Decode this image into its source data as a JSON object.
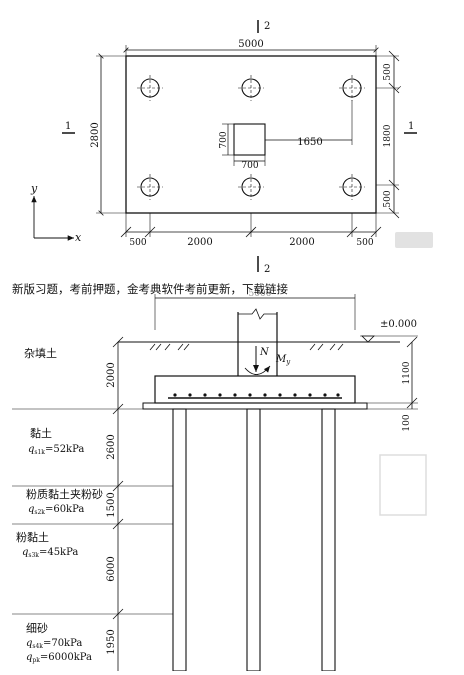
{
  "plan": {
    "section_marks": {
      "top": "2",
      "bottom": "2",
      "left": "1",
      "right": "1"
    },
    "dim_total_width": "5000",
    "dim_total_height": "2800",
    "dim_right_top": "500",
    "dim_right_mid": "1800",
    "dim_right_bottom": "500",
    "column_size_v": "700",
    "column_size_h": "700",
    "dim_offset": "1650",
    "dim_bottom": [
      "500",
      "2000",
      "2000",
      "500"
    ],
    "axis_x": "x",
    "axis_y": "y"
  },
  "caption": "新版习题，考前押题，金考典软件考前更新，下载链接",
  "section": {
    "top_dim": "5000",
    "elevation": "±0.000",
    "load_n": "N",
    "moment": "M",
    "moment_sub": "y",
    "dim_1100": "1100",
    "dim_100": "100",
    "layers": [
      {
        "name": "杂填土",
        "thickness": "2000",
        "q_sym": "",
        "q_sub": "",
        "q_val": "",
        "p_sym": "",
        "p_sub": "",
        "p_val": ""
      },
      {
        "name": "黏土",
        "thickness": "2600",
        "q_sym": "q",
        "q_sub": "s1k",
        "q_val": "=52kPa",
        "p_sym": "",
        "p_sub": "",
        "p_val": ""
      },
      {
        "name": "粉质黏土夹粉砂",
        "thickness": "1500",
        "q_sym": "q",
        "q_sub": "s2k",
        "q_val": "=60kPa",
        "p_sym": "",
        "p_sub": "",
        "p_val": ""
      },
      {
        "name": "粉黏土",
        "thickness": "6000",
        "q_sym": "q",
        "q_sub": "s3k",
        "q_val": "=45kPa",
        "p_sym": "",
        "p_sub": "",
        "p_val": ""
      },
      {
        "name": "细砂",
        "thickness": "1950",
        "q_sym": "q",
        "q_sub": "s4k",
        "q_val": "=70kPa",
        "p_sym": "q",
        "p_sub": "pk",
        "p_val": "=6000kPa"
      }
    ]
  }
}
